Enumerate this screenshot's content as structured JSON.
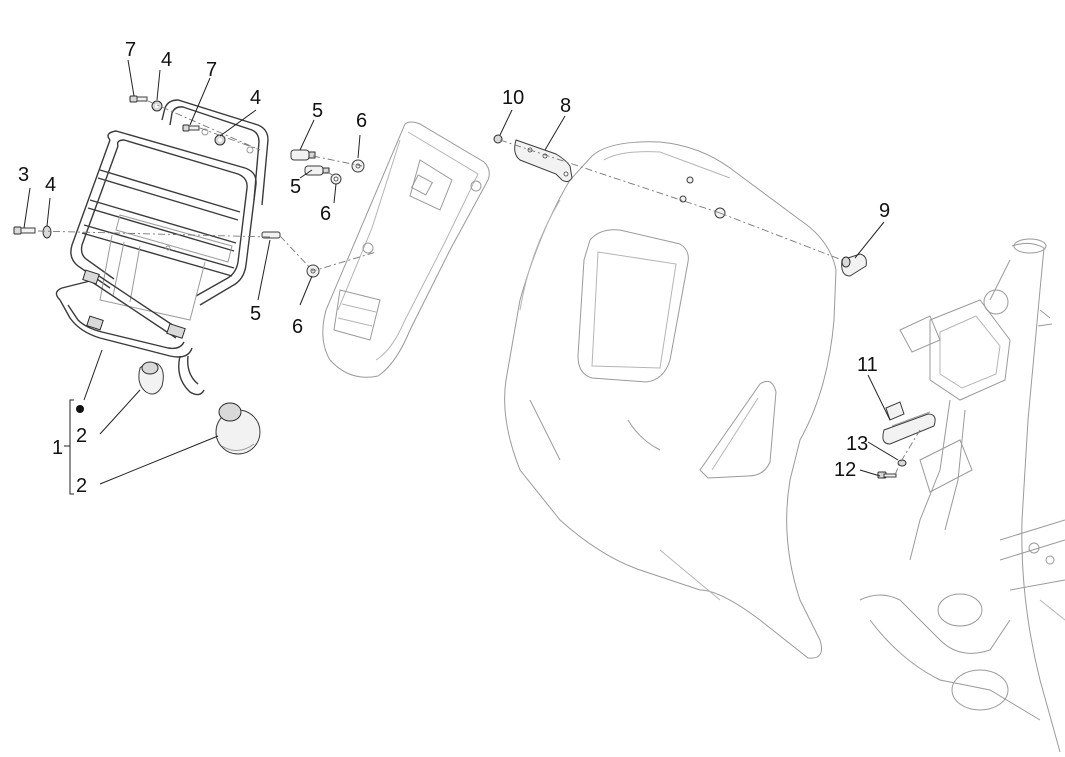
{
  "diagram": {
    "callouts": [
      {
        "id": "c1",
        "text": "1"
      },
      {
        "id": "c2a",
        "text": "2"
      },
      {
        "id": "c2b",
        "text": "2"
      },
      {
        "id": "c3",
        "text": "3"
      },
      {
        "id": "c4a",
        "text": "4"
      },
      {
        "id": "c4b",
        "text": "4"
      },
      {
        "id": "c4c",
        "text": "4"
      },
      {
        "id": "c5a",
        "text": "5"
      },
      {
        "id": "c5b",
        "text": "5"
      },
      {
        "id": "c5c",
        "text": "5"
      },
      {
        "id": "c6a",
        "text": "6"
      },
      {
        "id": "c6b",
        "text": "6"
      },
      {
        "id": "c6c",
        "text": "6"
      },
      {
        "id": "c7a",
        "text": "7"
      },
      {
        "id": "c7b",
        "text": "7"
      },
      {
        "id": "c8",
        "text": "8"
      },
      {
        "id": "c9",
        "text": "9"
      },
      {
        "id": "c10",
        "text": "10"
      },
      {
        "id": "c11",
        "text": "11"
      },
      {
        "id": "c12",
        "text": "12"
      },
      {
        "id": "c13",
        "text": "13"
      }
    ]
  }
}
